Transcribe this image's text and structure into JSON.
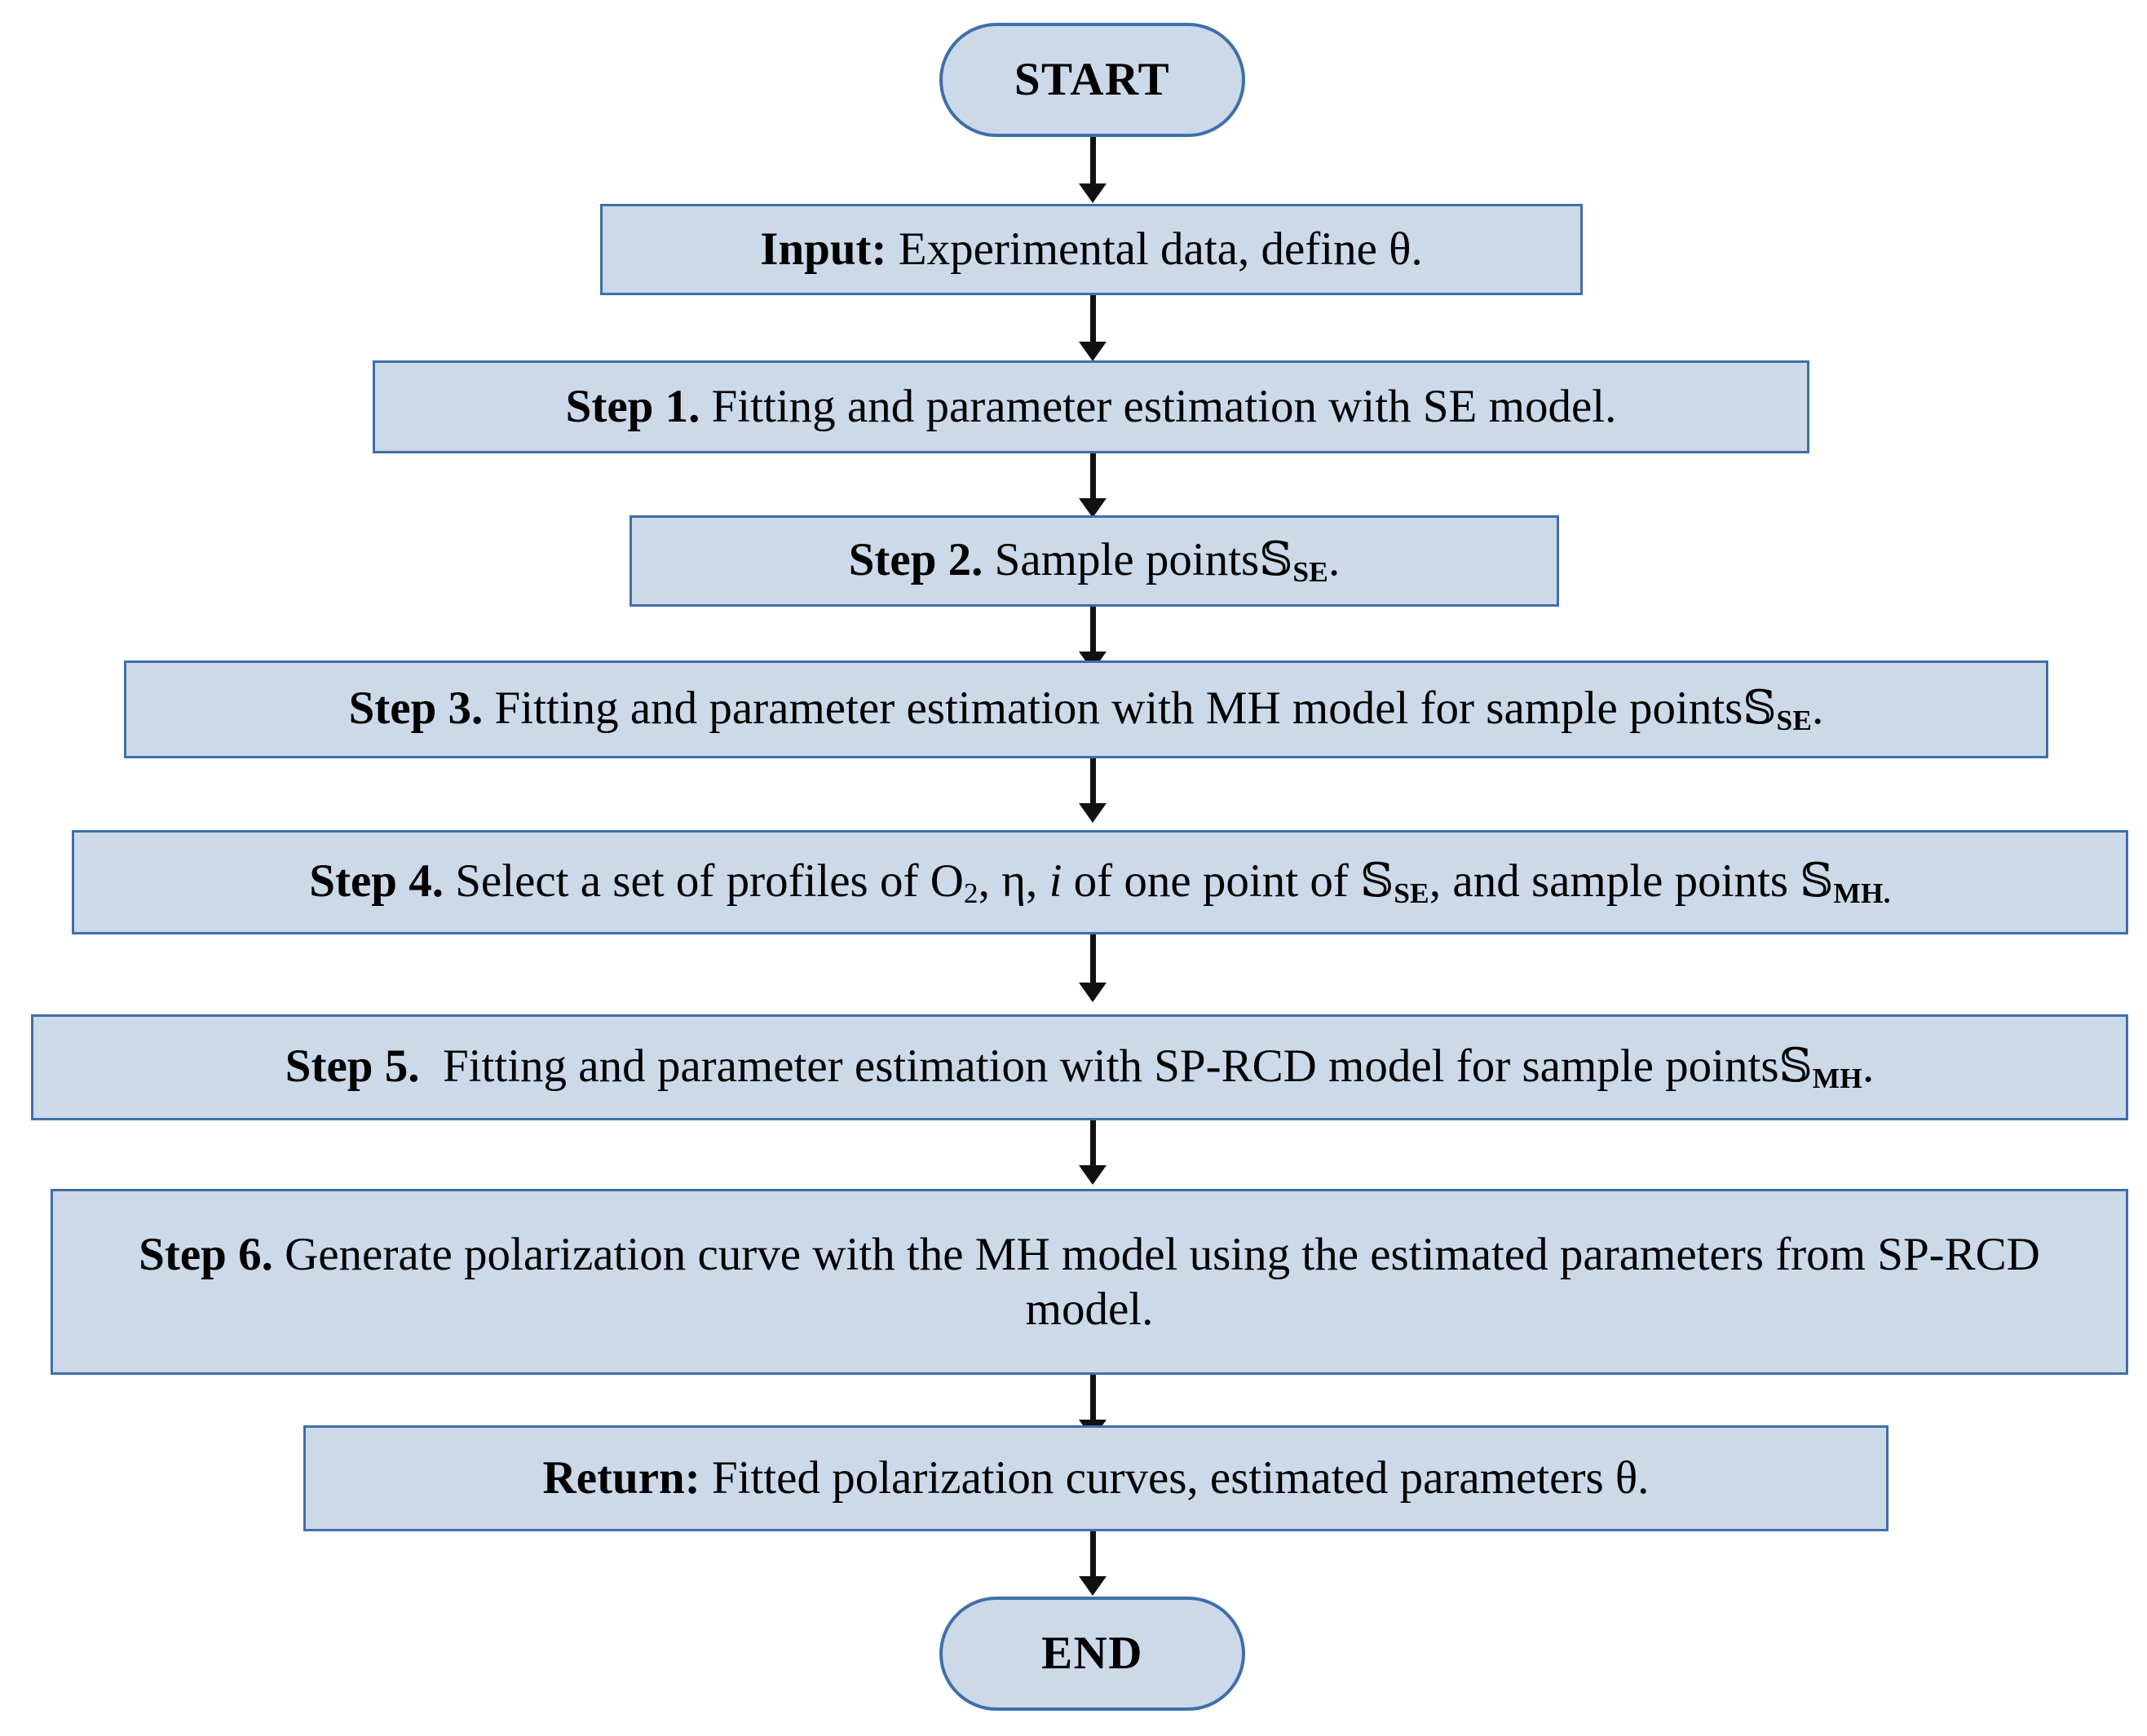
{
  "diagram": {
    "title": "Parameter estimation workflow flowchart",
    "style": {
      "node_fill": "#ccd9e9",
      "node_border": "#3f6faa",
      "arrow_color": "#111111",
      "text_color": "#000000",
      "background": "#ffffff"
    },
    "nodes": [
      {
        "id": "start",
        "shape": "terminal",
        "text": "START"
      },
      {
        "id": "input",
        "shape": "process",
        "label": "Input:",
        "text": "Experimental data, define θ."
      },
      {
        "id": "step1",
        "shape": "process",
        "label": "Step 1.",
        "text": "Fitting and parameter estimation with SE model."
      },
      {
        "id": "step2",
        "shape": "process",
        "label": "Step 2.",
        "text_before": "Sample points",
        "symbol": "𝕊",
        "subscript": "SE",
        "text_after": "."
      },
      {
        "id": "step3",
        "shape": "process",
        "label": "Step 3.",
        "text_before": "Fitting and parameter estimation with MH model for sample points",
        "symbol": "𝕊",
        "subscript": "SE",
        "text_after": "."
      },
      {
        "id": "step4",
        "shape": "process",
        "label": "Step 4.",
        "seg1": "Select a set of profiles of O",
        "sub_o2": "2",
        "seg2": ", η,",
        "italic_i": "i",
        "seg3": "of one point of",
        "symbol1": "𝕊",
        "subscript1": "SE",
        "seg4": ", and sample points",
        "symbol2": "𝕊",
        "subscript2": "MH.",
        "text_after": ""
      },
      {
        "id": "step5",
        "shape": "process",
        "label": "Step 5.",
        "text_before": "Fitting and parameter estimation with SP-RCD model for sample points",
        "symbol": "𝕊",
        "subscript": "MH",
        "text_after": "."
      },
      {
        "id": "step6",
        "shape": "process",
        "label": "Step 6.",
        "text": "Generate polarization curve with the MH model using the estimated parameters from SP-RCD model."
      },
      {
        "id": "return",
        "shape": "process",
        "label": "Return:",
        "text": "Fitted polarization curves, estimated parameters θ."
      },
      {
        "id": "end",
        "shape": "terminal",
        "text": "END"
      }
    ],
    "edges": [
      {
        "from": "start",
        "to": "input"
      },
      {
        "from": "input",
        "to": "step1"
      },
      {
        "from": "step1",
        "to": "step2"
      },
      {
        "from": "step2",
        "to": "step3"
      },
      {
        "from": "step3",
        "to": "step4"
      },
      {
        "from": "step4",
        "to": "step5"
      },
      {
        "from": "step5",
        "to": "step6"
      },
      {
        "from": "step6",
        "to": "return"
      },
      {
        "from": "return",
        "to": "end"
      }
    ]
  }
}
